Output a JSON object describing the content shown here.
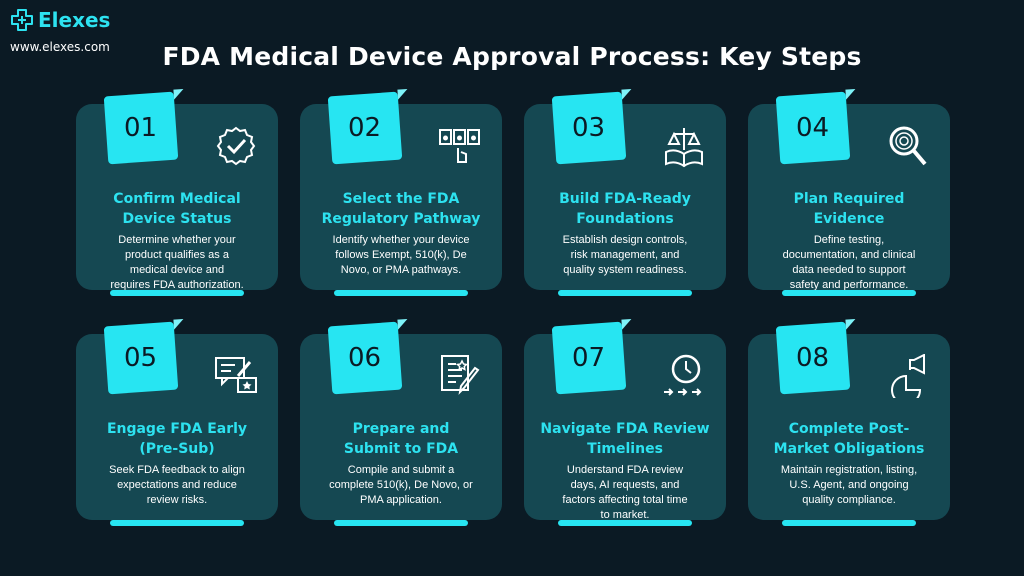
{
  "brand": {
    "name": "Elexes",
    "url": "www.elexes.com"
  },
  "title": "FDA Medical Device Approval Process: Key Steps",
  "colors": {
    "background": "#0b1a24",
    "card": "#154852",
    "accent": "#27e5f2",
    "heading": "#2de2f0"
  },
  "steps": [
    {
      "number": "01",
      "icon": "badge-check-icon",
      "title_lines": [
        "Confirm Medical",
        "Device Status"
      ],
      "text_lines": [
        "Determine whether your",
        "product qualifies as a",
        "medical device and",
        "requires FDA authorization."
      ]
    },
    {
      "number": "02",
      "icon": "document-selection-icon",
      "title_lines": [
        "Select the FDA",
        "Regulatory Pathway"
      ],
      "text_lines": [
        "Identify whether your device",
        "follows Exempt, 510(k), De",
        "Novo, or PMA pathways."
      ]
    },
    {
      "number": "03",
      "icon": "law-book-scale-icon",
      "title_lines": [
        "Build FDA-Ready",
        "Foundations"
      ],
      "text_lines": [
        "Establish design controls,",
        "risk management, and",
        "quality system readiness."
      ]
    },
    {
      "number": "04",
      "icon": "magnifier-fingerprint-icon",
      "title_lines": [
        "Plan Required",
        "Evidence"
      ],
      "text_lines": [
        "Define testing,",
        "documentation, and clinical",
        "data needed to support",
        "safety and performance."
      ]
    },
    {
      "number": "05",
      "icon": "chat-feedback-icon",
      "title_lines": [
        "Engage FDA Early",
        "(Pre-Sub)"
      ],
      "text_lines": [
        "Seek FDA feedback to align",
        "expectations and reduce",
        "review risks."
      ]
    },
    {
      "number": "06",
      "icon": "document-pen-icon",
      "title_lines": [
        "Prepare and",
        "Submit to FDA"
      ],
      "text_lines": [
        "Compile and submit a",
        "complete 510(k), De Novo, or",
        "PMA application."
      ]
    },
    {
      "number": "07",
      "icon": "clock-arrows-icon",
      "title_lines": [
        "Navigate FDA Review",
        "Timelines"
      ],
      "text_lines": [
        "Understand FDA review",
        "days, AI requests, and",
        "factors affecting total time",
        "to market."
      ]
    },
    {
      "number": "08",
      "icon": "megaphone-chart-icon",
      "title_lines": [
        "Complete Post-",
        "Market Obligations"
      ],
      "text_lines": [
        "Maintain registration, listing,",
        "U.S. Agent, and ongoing",
        "quality compliance."
      ]
    }
  ]
}
